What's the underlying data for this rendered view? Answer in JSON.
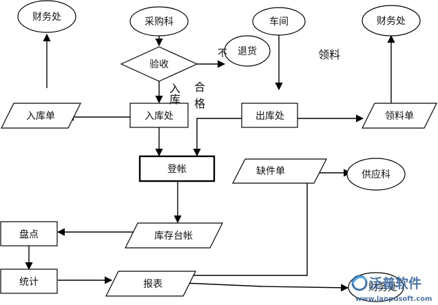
{
  "nodes": {
    "finance_top_left": "财务处",
    "purchasing": "采购科",
    "workshop": "车间",
    "finance_top_right": "财务处",
    "inspection": "验收",
    "return_goods": "退货",
    "inbound_slip": "入库单",
    "inbound_office": "入库处",
    "outbound_office": "出库处",
    "material_slip": "领料单",
    "register": "登帐",
    "shortage_slip": "缺件单",
    "supply_dept": "供应科",
    "inventory_check": "盘点",
    "inventory_ledger": "库存台帐",
    "statistics": "统计",
    "report": "报表",
    "finance_bottom": "财务处"
  },
  "edge_labels": {
    "unqualified_mark": "不",
    "qualified_in_left": "入",
    "qualified_in_left2": "库",
    "qualified_right": "合",
    "qualified_right2": "格",
    "material_request": "领料"
  },
  "watermark": {
    "brand": "泛普软件",
    "url": "www.lanpusoft.com"
  }
}
